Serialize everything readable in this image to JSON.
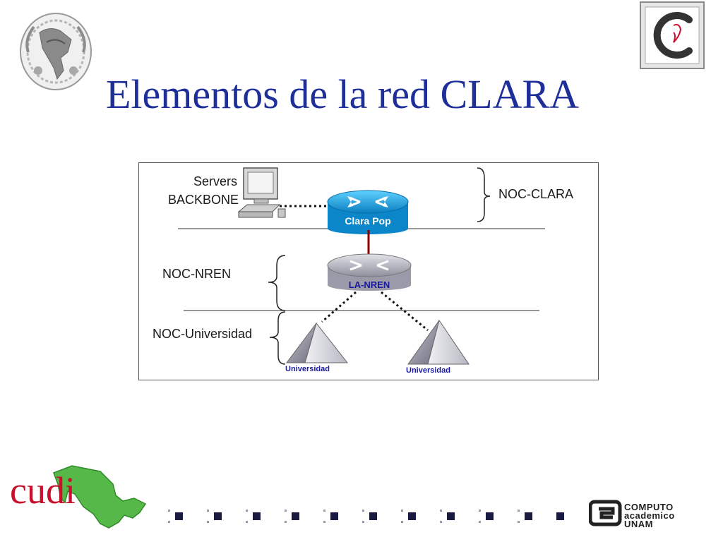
{
  "slide": {
    "title": "Elementos de la red CLARA"
  },
  "diagram": {
    "servers_label_line1": "Servers",
    "servers_label_line2": "BACKBONE",
    "noc_clara": "NOC-CLARA",
    "noc_nren": "NOC-NREN",
    "noc_universidad": "NOC-Universidad",
    "router_clara_pop": "Clara Pop",
    "router_la_nren": "LA-NREN",
    "universidad_1": "Universidad",
    "universidad_2": "Universidad"
  },
  "footer": {
    "cudi_text": "cudi",
    "computo_text": "COMPUTO\nacademico\nUNAM"
  },
  "colors": {
    "title": "#1f2f9a",
    "clara_pop_router": "#1aa7e6",
    "la_nren_router": "#b8b8c4",
    "link_red": "#8b0000",
    "cudi_red": "#c8102e",
    "mexico_green": "#56b848"
  },
  "icons": [
    "unam-seal-icon",
    "clara-logo-icon",
    "workstation-icon",
    "router-icon",
    "pyramid-icon",
    "mexico-map-icon",
    "computo-academico-logo-icon"
  ]
}
